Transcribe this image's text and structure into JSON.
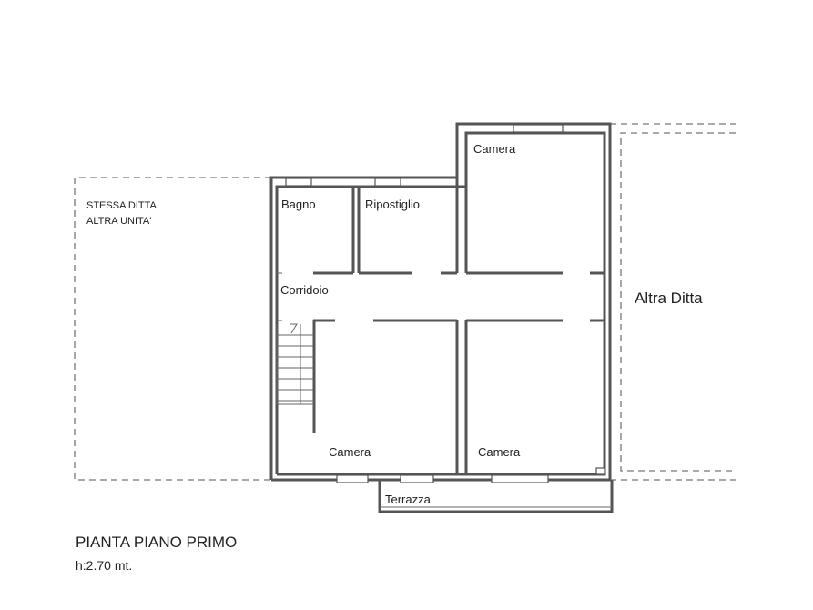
{
  "rooms": {
    "camera_top": "Camera",
    "bagno": "Bagno",
    "ripostiglio": "Ripostiglio",
    "corridoio": "Corridoio",
    "camera_bottom_left": "Camera",
    "camera_bottom_right": "Camera",
    "terrazza": "Terrazza"
  },
  "neighbors": {
    "left_line1": "STESSA DITTA",
    "left_line2": "ALTRA UNITA'",
    "right": "Altra Ditta"
  },
  "caption": {
    "title": "PIANTA PIANO PRIMO",
    "height": "h:2.70 mt."
  }
}
